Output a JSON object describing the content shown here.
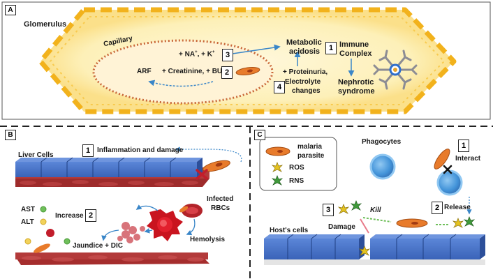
{
  "panel_a": {
    "label": "A",
    "glomerulus": "Glomerulus",
    "capillary": "Capillary",
    "ions": "+ NA+, + K+",
    "ions_main": "+ NA",
    "ions_k": ", + K",
    "ions_sup": "+",
    "step3": "3",
    "metabolic": "Metabolic",
    "acidosis": "acidosis",
    "step1": "1",
    "immune": "Immune",
    "complex": "Complex",
    "arf": "ARF",
    "creatinine": "+ Creatinine, + BUN",
    "step2": "2",
    "proteinuria": "+ Proteinuria,",
    "electrolyte": "Electrolyte",
    "changes": "changes",
    "step4": "4",
    "nephrotic": "Nephrotic",
    "syndrome": "syndrome"
  },
  "panel_b": {
    "label": "B",
    "liver_cells": "Liver Cells",
    "step1": "1",
    "inflammation": "Inflammation and damage",
    "infected": "Infected",
    "rbcs": "RBCs",
    "ast": "AST",
    "alt": "ALT",
    "increase": "Increase",
    "step2": "2",
    "hemolysis": "Hemolysis",
    "jaundice": "Jaundice + DIC"
  },
  "panel_c": {
    "label": "C",
    "legend_malaria_1": "malaria",
    "legend_malaria_2": "parasite",
    "legend_ros": "ROS",
    "legend_rns": "RNS",
    "phagocytes": "Phagocytes",
    "step1": "1",
    "interact": "Interact",
    "step3": "3",
    "kill": "Kill",
    "step2": "2",
    "release": "Release",
    "hosts_cells": "Host's cells",
    "damage": "Damage"
  },
  "colors": {
    "capillary_dash": "#f2b21c",
    "glow": "#fde9a8",
    "cell_blue": "#3f6cc4",
    "parasite": "#e87b2b",
    "rbc": "#b2232a",
    "arrow_blue": "#3a86c8",
    "phagocyte": "#3a8fd8"
  }
}
